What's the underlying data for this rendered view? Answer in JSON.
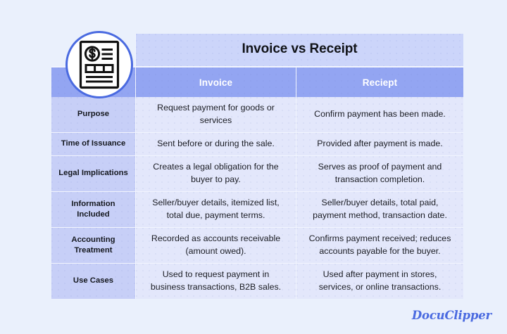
{
  "page": {
    "background_color": "#eaf0fc",
    "accent_color": "#4a6ae0",
    "header_band_color": "#ccd5fa",
    "column_header_color": "#93a5f2",
    "row_label_color": "#c7cff7",
    "data_cell_color": "#e3e7fb"
  },
  "icon": {
    "name": "invoice-document-icon",
    "label": "Invoice document with dollar sign"
  },
  "table": {
    "title": "Invoice vs Receipt",
    "columns": [
      {
        "key": "label",
        "header": ""
      },
      {
        "key": "invoice",
        "header": "Invoice"
      },
      {
        "key": "receipt",
        "header": "Reciept"
      }
    ],
    "rows": [
      {
        "label": "Purpose",
        "invoice": "Request payment for goods or services",
        "receipt": "Confirm payment has been made."
      },
      {
        "label": "Time of Issuance",
        "invoice": "Sent before or during the sale.",
        "receipt": "Provided after payment is made."
      },
      {
        "label": "Legal Implications",
        "invoice": "Creates a legal obligation for the buyer to pay.",
        "receipt": "Serves as proof of payment and transaction completion."
      },
      {
        "label": "Information Included",
        "invoice": "Seller/buyer details, itemized list, total due, payment terms.",
        "receipt": "Seller/buyer details, total paid, payment method, transaction date."
      },
      {
        "label": "Accounting Treatment",
        "invoice": "Recorded as accounts receivable (amount owed).",
        "receipt": "Confirms payment received; reduces accounts payable for the buyer."
      },
      {
        "label": "Use Cases",
        "invoice": "Used to request payment in business transactions, B2B sales.",
        "receipt": "Used after payment in stores, services, or online transactions."
      }
    ]
  },
  "brand": {
    "name": "DocuClipper",
    "color": "#4a6ae0"
  }
}
